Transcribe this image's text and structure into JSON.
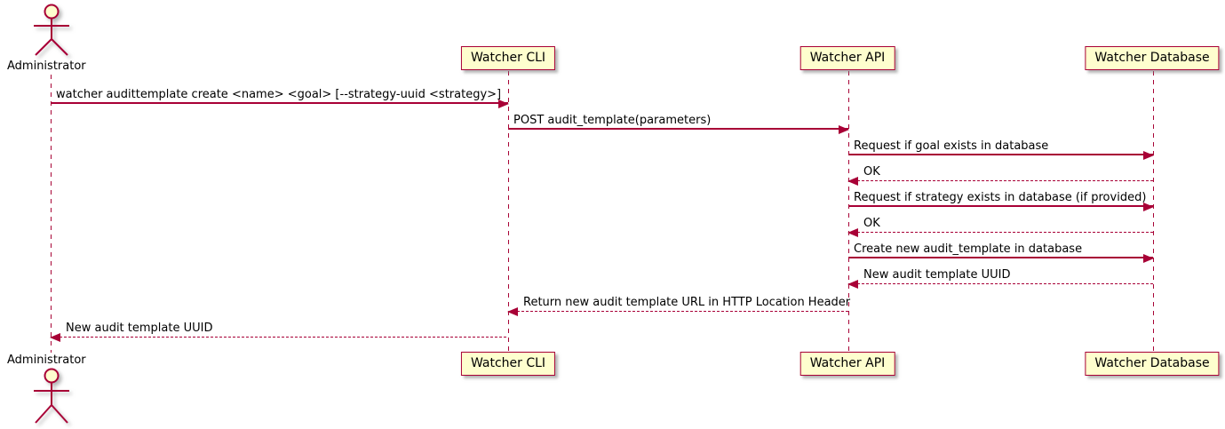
{
  "diagram": {
    "type": "sequence",
    "background": "#FFFFFF",
    "colors": {
      "stroke": "#A80036",
      "participant_fill": "#FEFECE",
      "text": "#000000"
    },
    "actor": {
      "label": "Administrator"
    },
    "participants": [
      {
        "label": "Watcher CLI"
      },
      {
        "label": "Watcher API"
      },
      {
        "label": "Watcher Database"
      }
    ],
    "messages": [
      {
        "from": "Administrator",
        "to": "Watcher CLI",
        "style": "solid",
        "label": "watcher audittemplate create <name> <goal> [--strategy-uuid <strategy>]"
      },
      {
        "from": "Watcher CLI",
        "to": "Watcher API",
        "style": "solid",
        "label": "POST audit_template(parameters)"
      },
      {
        "from": "Watcher API",
        "to": "Watcher Database",
        "style": "solid",
        "label": "Request if goal exists in database"
      },
      {
        "from": "Watcher Database",
        "to": "Watcher API",
        "style": "dashed",
        "label": "OK"
      },
      {
        "from": "Watcher API",
        "to": "Watcher Database",
        "style": "solid",
        "label": "Request if strategy exists in database (if provided)"
      },
      {
        "from": "Watcher Database",
        "to": "Watcher API",
        "style": "dashed",
        "label": "OK"
      },
      {
        "from": "Watcher API",
        "to": "Watcher Database",
        "style": "solid",
        "label": "Create new audit_template in database"
      },
      {
        "from": "Watcher Database",
        "to": "Watcher API",
        "style": "dashed",
        "label": "New audit template UUID"
      },
      {
        "from": "Watcher API",
        "to": "Watcher CLI",
        "style": "dashed",
        "label": "Return new audit template URL in HTTP Location Header"
      },
      {
        "from": "Watcher CLI",
        "to": "Administrator",
        "style": "dashed",
        "label": "New audit template UUID"
      }
    ]
  }
}
